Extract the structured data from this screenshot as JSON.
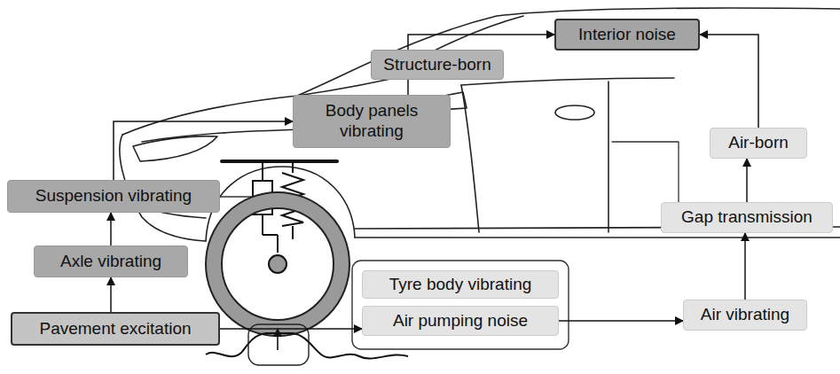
{
  "diagram": {
    "nodes": [
      {
        "text": [
          "Interior noise"
        ]
      },
      {
        "text": [
          "Structure-born"
        ]
      },
      {
        "text": [
          "Body panels vibrating"
        ]
      },
      {
        "text": [
          "Suspension vibrating"
        ]
      },
      {
        "text": [
          "Axle vibrating"
        ]
      },
      {
        "text": [
          "Pavement excitation"
        ]
      },
      {
        "text": [
          "Tyre body vibrating"
        ]
      },
      {
        "text": [
          "Air pumping noise"
        ]
      },
      {
        "text": [
          "Air vibrating"
        ]
      },
      {
        "text": [
          "Gap transmission"
        ]
      },
      {
        "text": [
          "Air-born"
        ]
      }
    ],
    "edges": [
      {
        "from": 5,
        "to": 4,
        "arrow": "to"
      },
      {
        "from": 4,
        "to": 3,
        "arrow": "to"
      },
      {
        "from": 3,
        "to": 2,
        "arrow": "to"
      },
      {
        "from": 2,
        "to": 1,
        "arrow": "none"
      },
      {
        "from": 1,
        "to": 0,
        "arrow": "to"
      },
      {
        "from": 5,
        "to": 7,
        "arrow": "to"
      },
      {
        "from": 7,
        "to": 8,
        "arrow": "to"
      },
      {
        "from": 8,
        "to": 9,
        "arrow": "to"
      },
      {
        "from": 9,
        "to": 10,
        "arrow": "to"
      },
      {
        "from": 10,
        "to": 0,
        "arrow": "to"
      }
    ]
  }
}
